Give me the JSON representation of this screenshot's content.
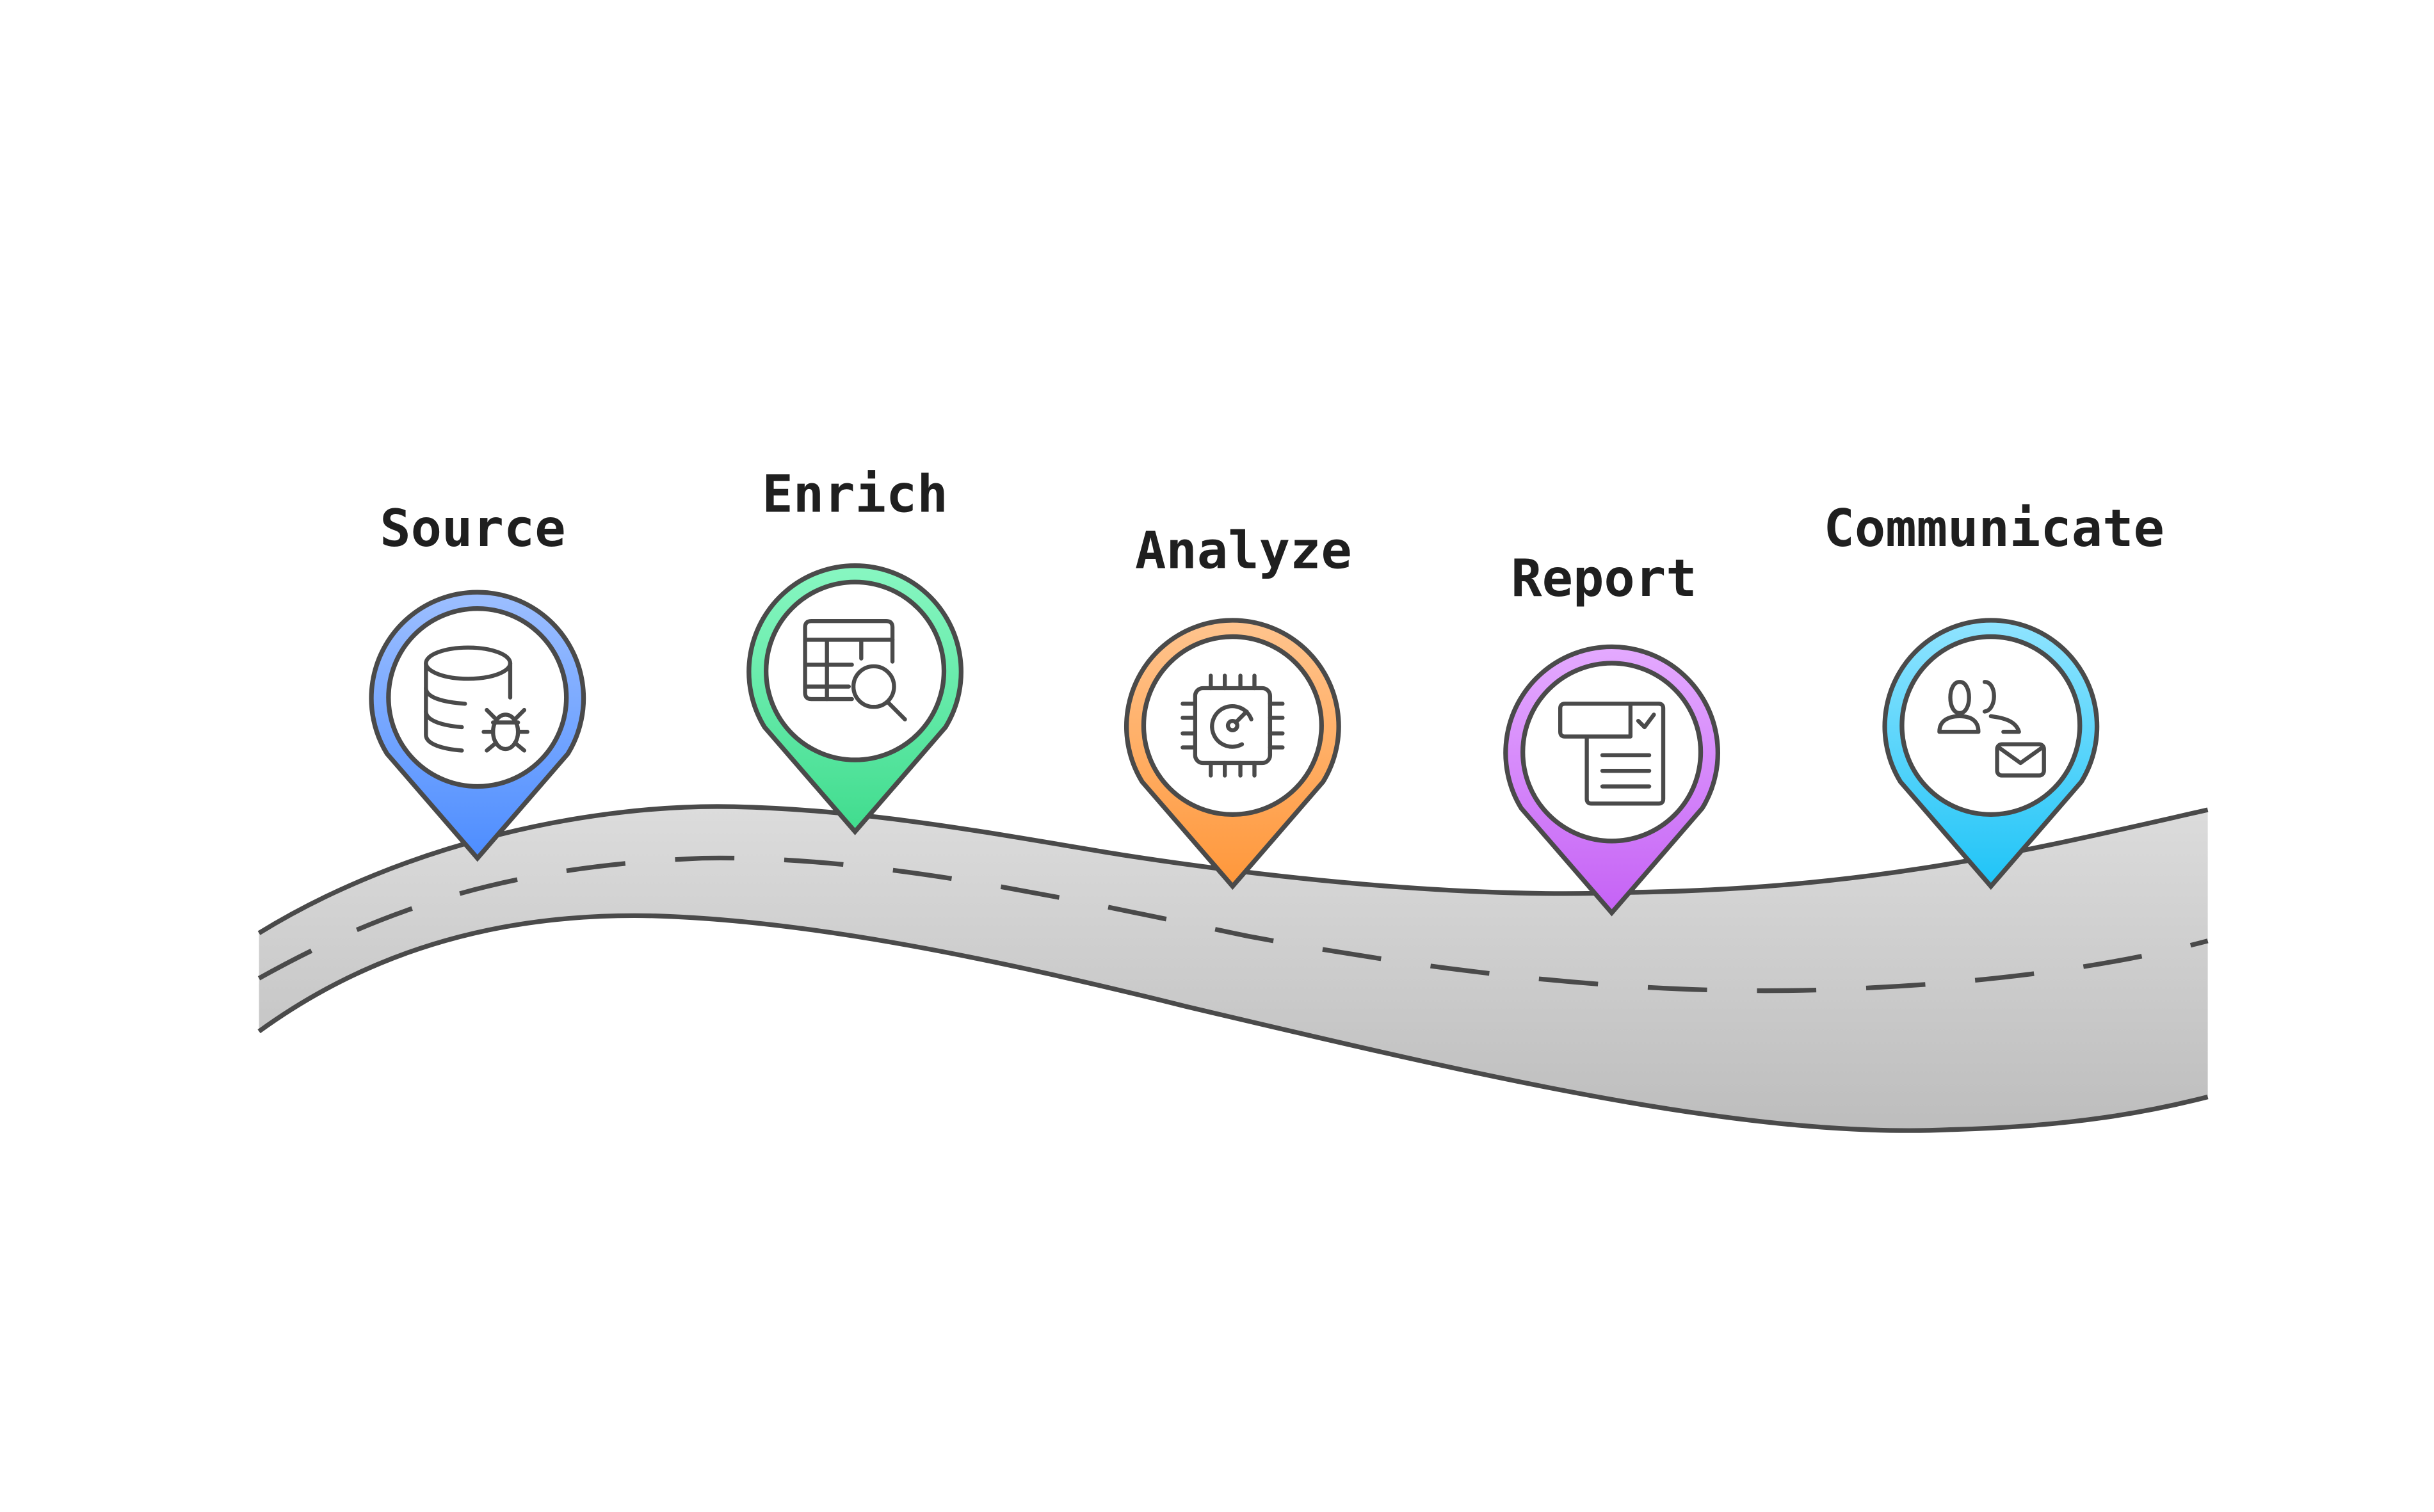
{
  "steps": [
    {
      "label": "Source",
      "icon": "database-bug-icon",
      "color_top": "#9dbfff",
      "color_bottom": "#4d8dff"
    },
    {
      "label": "Enrich",
      "icon": "table-search-icon",
      "color_top": "#88f7c2",
      "color_bottom": "#40dc8e"
    },
    {
      "label": "Analyze",
      "icon": "chip-gauge-icon",
      "color_top": "#ffc48e",
      "color_bottom": "#ff973a"
    },
    {
      "label": "Report",
      "icon": "report-document-icon",
      "color_top": "#e4aaff",
      "color_bottom": "#c562f5"
    },
    {
      "label": "Communicate",
      "icon": "users-mail-icon",
      "color_top": "#90e4ff",
      "color_bottom": "#1fc4f7"
    }
  ],
  "colors": {
    "road": "#d3d3d3",
    "outline": "#4a4a4a"
  }
}
